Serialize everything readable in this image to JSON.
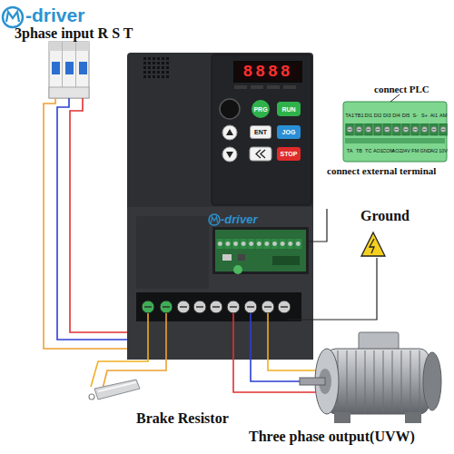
{
  "diagram": {
    "nodes": [
      {
        "text": [
          "-driver"
        ]
      },
      {
        "text": [
          "8888"
        ],
        "in": 0
      },
      {
        "text": [
          "PRG"
        ],
        "in": 0
      },
      {
        "text": [
          "RUN"
        ],
        "in": 0
      },
      {
        "text": [
          "ENT"
        ],
        "in": 0
      },
      {
        "text": [
          "JOG"
        ],
        "in": 0
      },
      {
        "text": [
          "STOP"
        ],
        "in": 0
      }
    ],
    "labels": [
      "-driver",
      "3phase input R S T",
      "connect PLC",
      "TA1",
      "TB1",
      "DI1",
      "DI2",
      "DI3",
      "DI4",
      "DI5",
      "S-",
      "S+",
      "AI1",
      "AM",
      "TA",
      "TB",
      "TC",
      "AO1",
      "COM",
      "AO2",
      "24V",
      "FM",
      "GND",
      "AI2",
      "10V",
      "connect external terminal",
      "Ground",
      "Brake Resistor",
      "Three phase output(UVW)"
    ]
  }
}
